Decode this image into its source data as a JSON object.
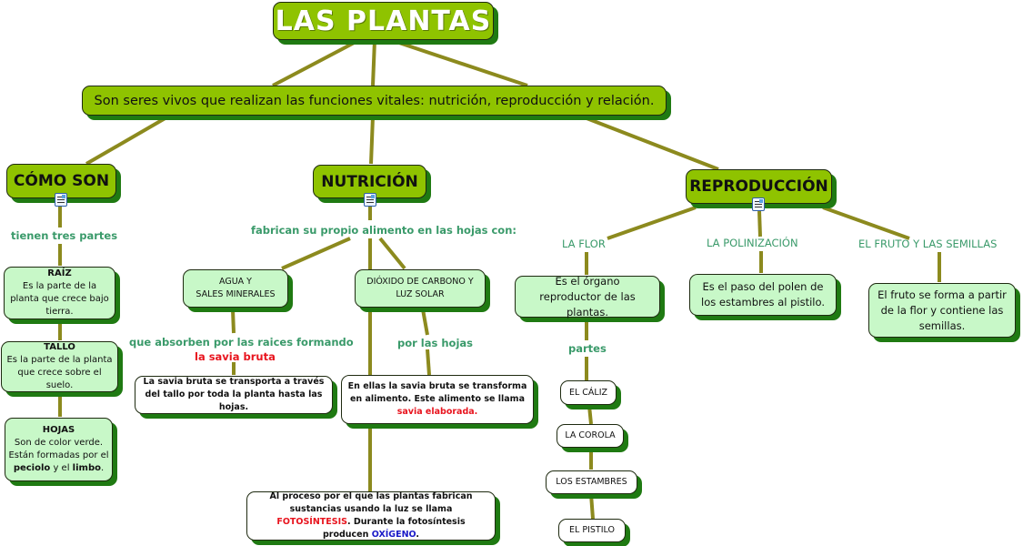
{
  "root": {
    "title": "LAS PLANTAS"
  },
  "definition": "Son seres vivos que realizan las funciones vitales: nutrición, reproducción y relación.",
  "categories": {
    "como_son": "CÓMO SON",
    "nutricion": "NUTRICIÓN",
    "reproduccion": "REPRODUCCIÓN"
  },
  "como_son": {
    "link_label": "tienen tres partes",
    "raiz": {
      "title": "RAÍZ",
      "text": "Es la parte de la planta que crece bajo tierra."
    },
    "tallo": {
      "title": "TALLO",
      "text": "Es la parte de la planta que crece sobre el suelo."
    },
    "hojas": {
      "title": "HOJAS",
      "text1": "Son de color verde.",
      "text2": "Están formadas por el",
      "bold1": "peciolo",
      "mid": " y el ",
      "bold2": "limbo",
      "end": "."
    }
  },
  "nutricion": {
    "link_label": "fabrican su propio alimento en las hojas con:",
    "agua": {
      "line1": "AGUA Y",
      "line2": "SALES MINERALES"
    },
    "dioxido": {
      "line1": "DIÓXIDO DE CARBONO Y",
      "line2": "LUZ SOLAR"
    },
    "absorben_label": "que absorben por las raices formando",
    "savia_bruta_label": "la savia bruta",
    "por_hojas_label": "por las hojas",
    "savia_bruta_text": "La savia bruta se transporta a través del tallo por toda la planta hasta las hojas.",
    "elaborada": {
      "text": "En ellas la savia bruta se transforma en alimento. Este alimento se llama ",
      "highlight": "savia elaborada."
    },
    "fotosintesis": {
      "t1": "Al proceso por el que las plantas fabrican sustancias usando la luz se llama ",
      "red": "FOTOSÍNTESIS",
      "t2": ". Durante la fotosíntesis producen ",
      "blue": "OXÍGENO",
      "t3": "."
    }
  },
  "reproduccion": {
    "flor": {
      "label": "LA FLOR",
      "text": "Es el órgano reproductor de las plantas.",
      "partes_label": "partes",
      "partes": [
        "EL CÁLIZ",
        "LA COROLA",
        "LOS ESTAMBRES",
        "EL PISTILO"
      ]
    },
    "polinizacion": {
      "label": "LA POLINIZACIÓN",
      "text": "Es el paso del polen de los estambres al pistilo."
    },
    "fruto": {
      "label": "EL FRUTO Y LAS SEMILLAS",
      "text": "El fruto se forma a partir de la flor y contiene las semillas."
    }
  },
  "colors": {
    "lime": "#8fc300",
    "mint": "#c8f8c8",
    "shadow": "#1f7a12",
    "link": "#8c8a1e",
    "label": "#3a9a6a",
    "red": "#e8141e",
    "blue": "#1a1ac8"
  }
}
